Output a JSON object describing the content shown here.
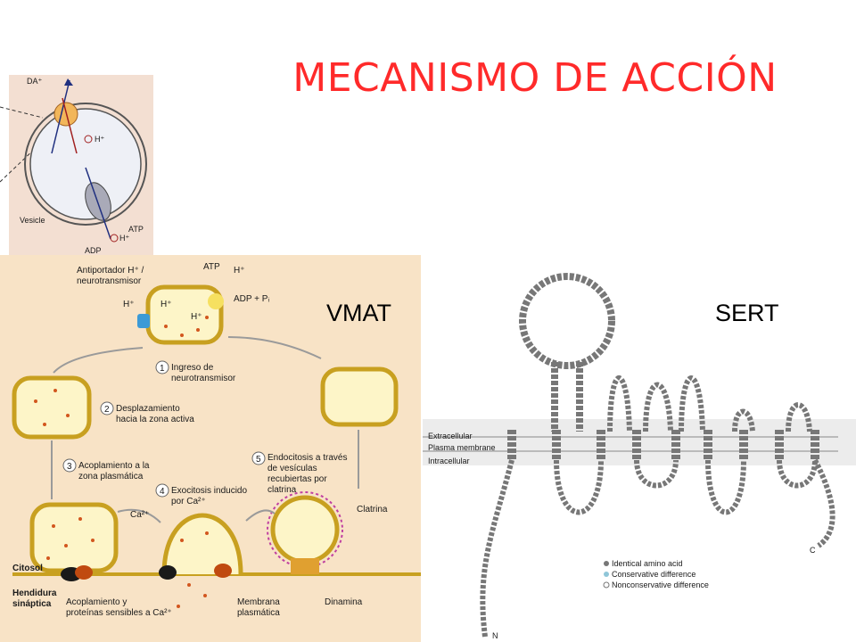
{
  "title": "MECANISMO DE ACCIÓN",
  "labels": {
    "vmat": "VMAT",
    "sert": "SERT"
  },
  "vesicle_inset": {
    "da": "DA⁺",
    "h_top": "H⁺",
    "vesicle": "Vesicle",
    "atp": "ATP",
    "h_bottom": "H⁺",
    "adp": "ADP"
  },
  "cycle": {
    "antiporter": "Antiportador H⁺ /",
    "antiporter_2": "neurotransmisor",
    "atp": "ATP",
    "h_plus": "H⁺",
    "adp_pi": "ADP + Pᵢ",
    "h_left1": "H⁺",
    "h_left2": "H⁺",
    "h_inside": "H⁺",
    "step1_num": "1",
    "step1_a": "Ingreso de",
    "step1_b": "neurotransmisor",
    "step2_num": "2",
    "step2_a": "Desplazamiento",
    "step2_b": "hacia la zona activa",
    "step3_num": "3",
    "step3_a": "Acoplamiento a la",
    "step3_b": "zona plasmática",
    "step4_num": "4",
    "step4_a": "Exocitosis inducido",
    "step4_b": "por Ca²⁺",
    "step5_num": "5",
    "step5_a": "Endocitosis a través",
    "step5_b": "de vesículas",
    "step5_c": "recubiertas por",
    "step5_d": "clatrina",
    "ca": "Ca²⁺",
    "clatrina": "Clatrina",
    "citosol": "Citosol",
    "hendidura_a": "Hendidura",
    "hendidura_b": "sináptica",
    "acopl_a": "Acoplamiento y",
    "acopl_b": "proteínas sensibles a Ca²⁺",
    "membrana_a": "Membrana",
    "membrana_b": "plasmática",
    "dinamina": "Dinamina"
  },
  "sert": {
    "extracellular": "Extracellular",
    "plasma_membrane": "Plasma membrane",
    "intracellular": "Intracellular",
    "legend": [
      "Identical amino acid",
      "Conservative difference",
      "Nonconservative difference"
    ],
    "n_term": "N",
    "c_term": "C"
  },
  "colors": {
    "title": "#ff2a2a",
    "vesicle_fill": "#fdf5c8",
    "vesicle_stroke": "#c8a020",
    "dots": "#d2561e"
  }
}
